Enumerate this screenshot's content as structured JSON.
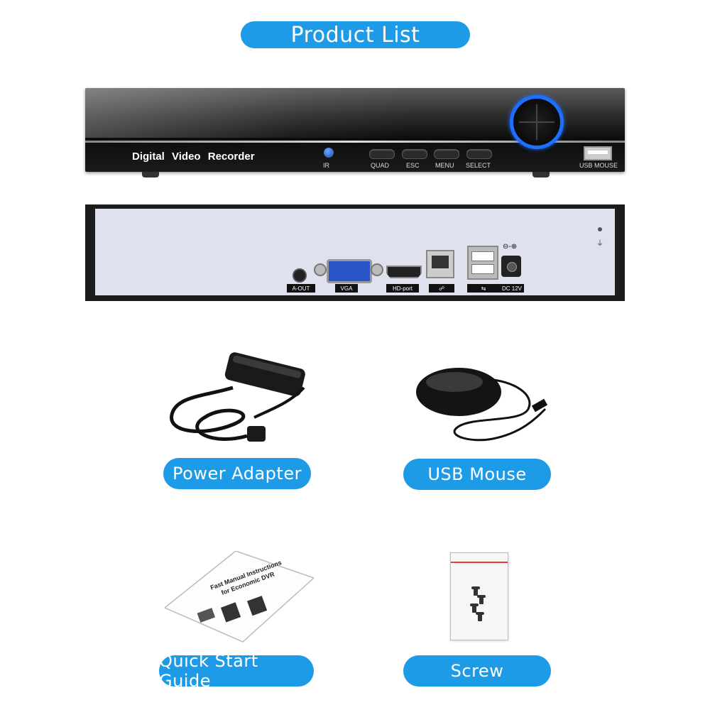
{
  "title": "Product List",
  "front_panel": {
    "brand_text": "Digital  Video Recorder",
    "ir_label": "IR",
    "buttons": [
      "QUAD",
      "ESC",
      "MENU",
      "SELECT"
    ],
    "usb_label": "USB MOUSE"
  },
  "back_panel": {
    "ports": [
      "A-OUT",
      "VGA",
      "HD-port",
      "☍",
      "⇆",
      "DC 12V"
    ],
    "dc_symbol": "⊖-⊕",
    "ground_symbol": "⏚"
  },
  "accessories": {
    "power_adapter": "Power Adapter",
    "usb_mouse": "USB Mouse",
    "quick_start_guide": "Quick Start Guide",
    "screw": "Screw"
  },
  "manual": {
    "line1": "Fast Manual Instructions",
    "line2": "for Economic DVR"
  },
  "colors": {
    "accent": "#1e9be6",
    "joystick_ring": "#1e6fff"
  }
}
